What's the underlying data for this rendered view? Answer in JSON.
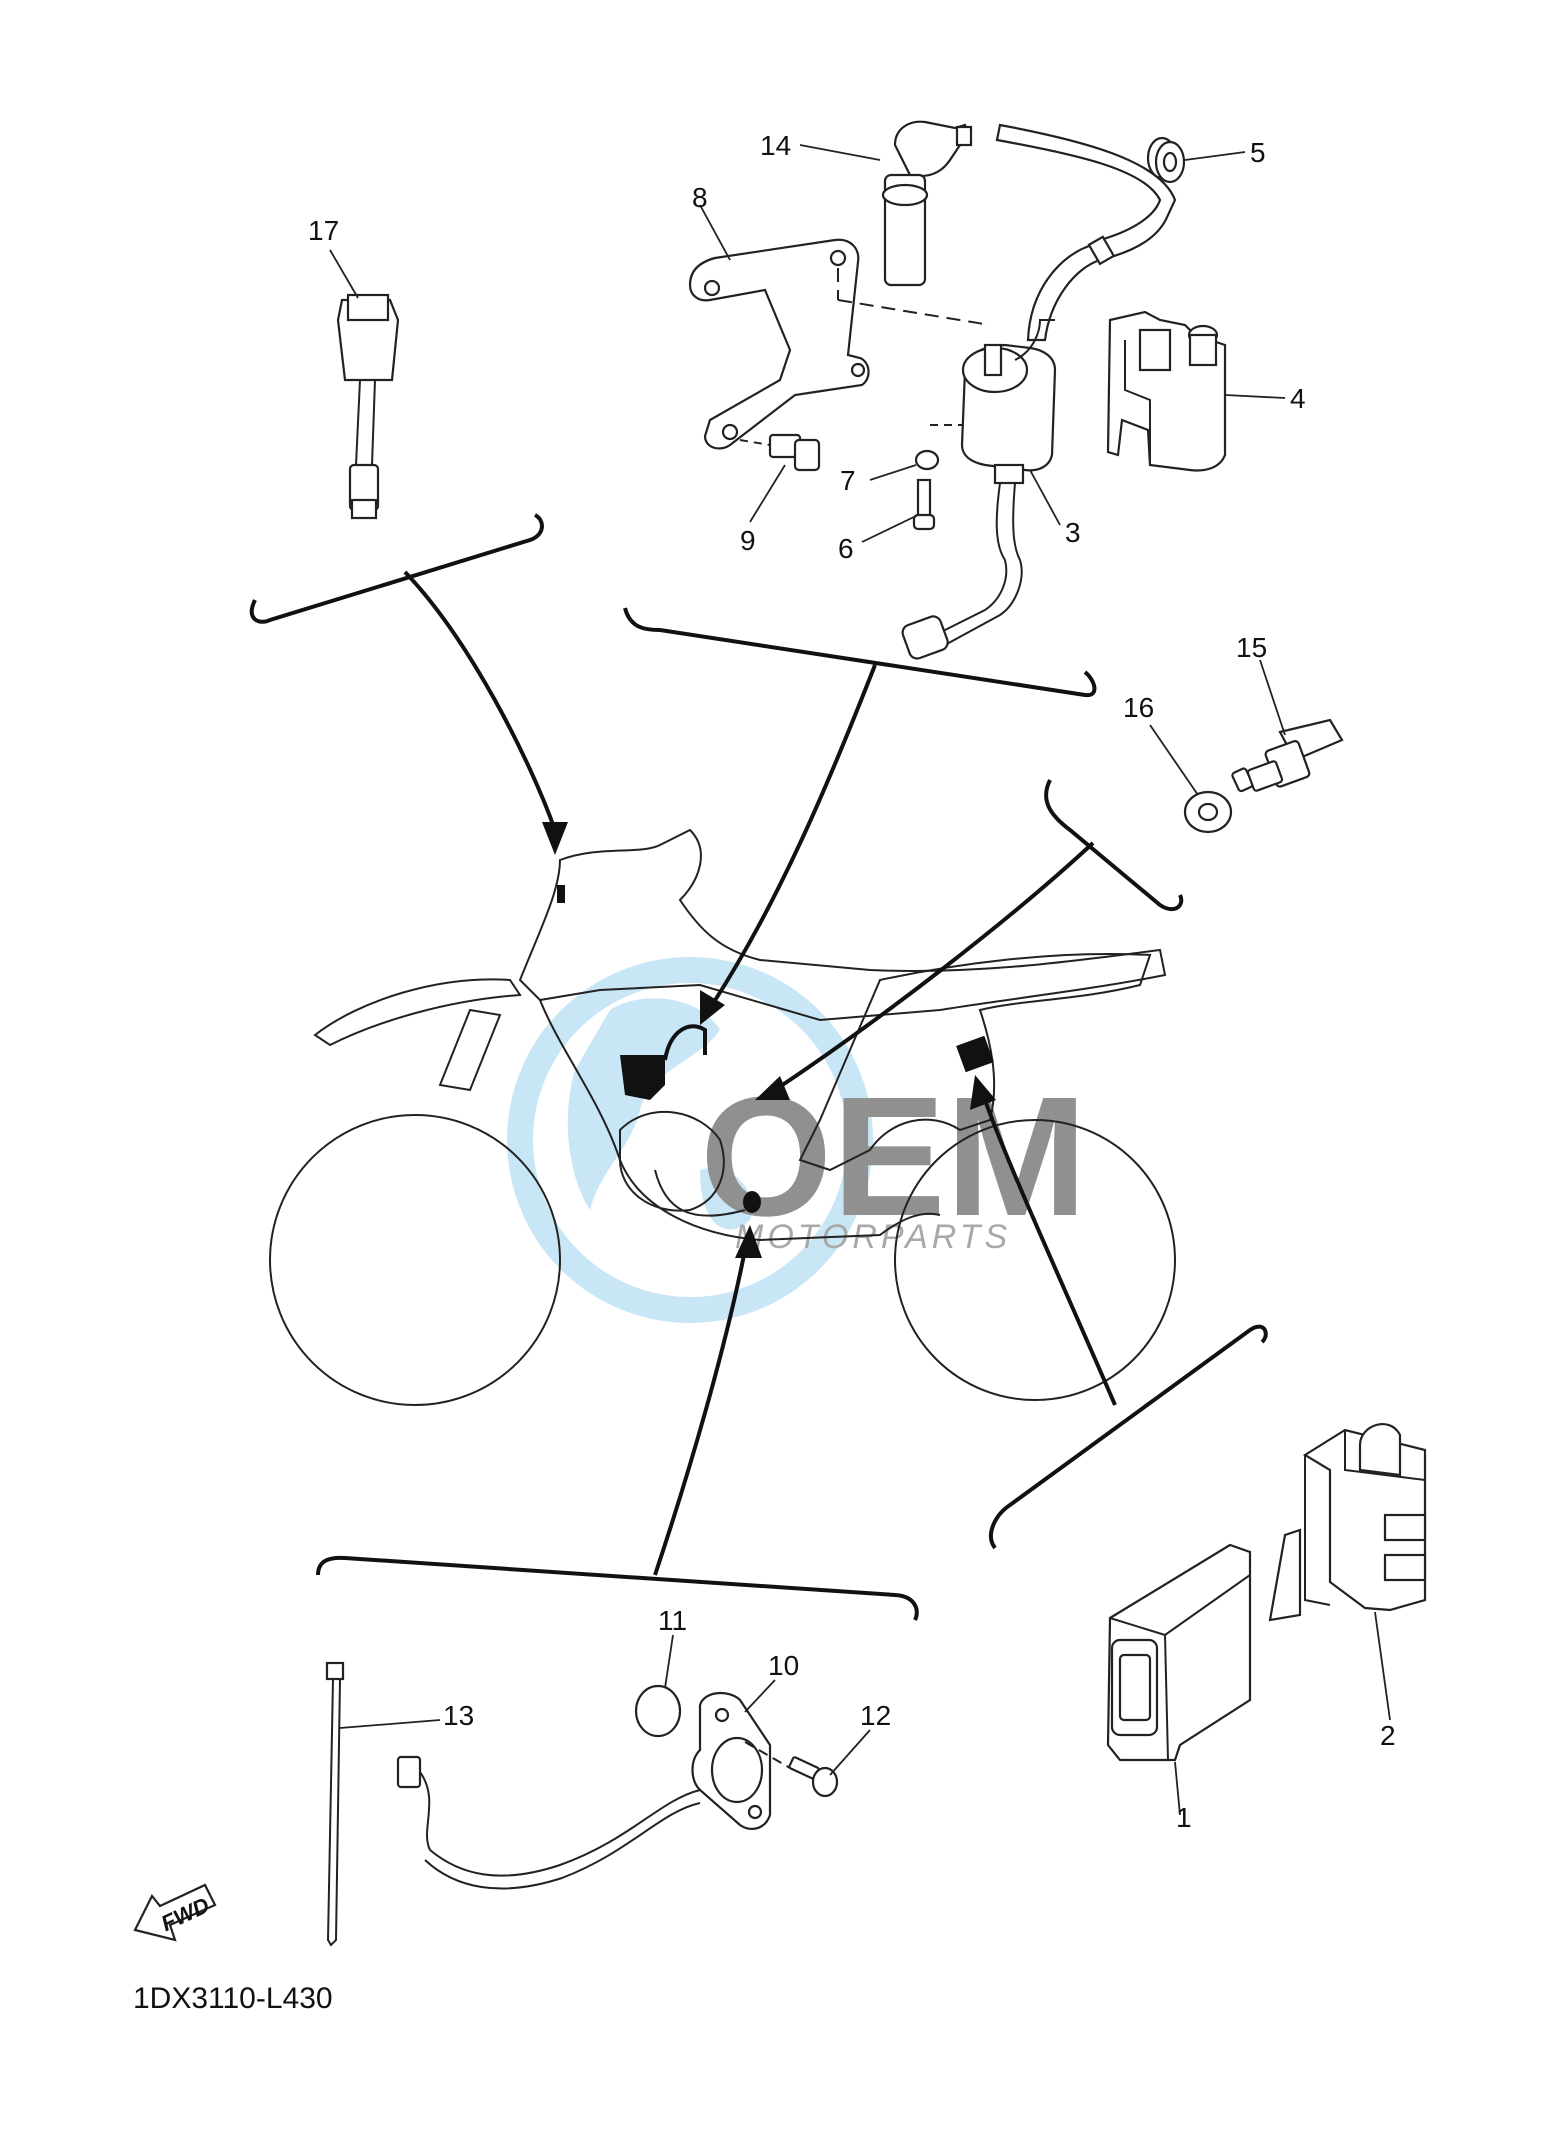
{
  "diagram": {
    "diagram_code": "1DX3110-L430",
    "fwd_label": "FWD",
    "watermark": {
      "brand": "OEM",
      "subtitle": "MOTORPARTS",
      "color": "#8cc8ea"
    },
    "callouts": [
      {
        "id": "c1",
        "label": "1"
      },
      {
        "id": "c2",
        "label": "2"
      },
      {
        "id": "c3",
        "label": "3"
      },
      {
        "id": "c4",
        "label": "4"
      },
      {
        "id": "c5",
        "label": "5"
      },
      {
        "id": "c6",
        "label": "6"
      },
      {
        "id": "c7",
        "label": "7"
      },
      {
        "id": "c8",
        "label": "8"
      },
      {
        "id": "c9",
        "label": "9"
      },
      {
        "id": "c10",
        "label": "10"
      },
      {
        "id": "c11",
        "label": "11"
      },
      {
        "id": "c12",
        "label": "12"
      },
      {
        "id": "c13",
        "label": "13"
      },
      {
        "id": "c14",
        "label": "14"
      },
      {
        "id": "c15",
        "label": "15"
      },
      {
        "id": "c16",
        "label": "16"
      },
      {
        "id": "c17",
        "label": "17"
      }
    ]
  }
}
